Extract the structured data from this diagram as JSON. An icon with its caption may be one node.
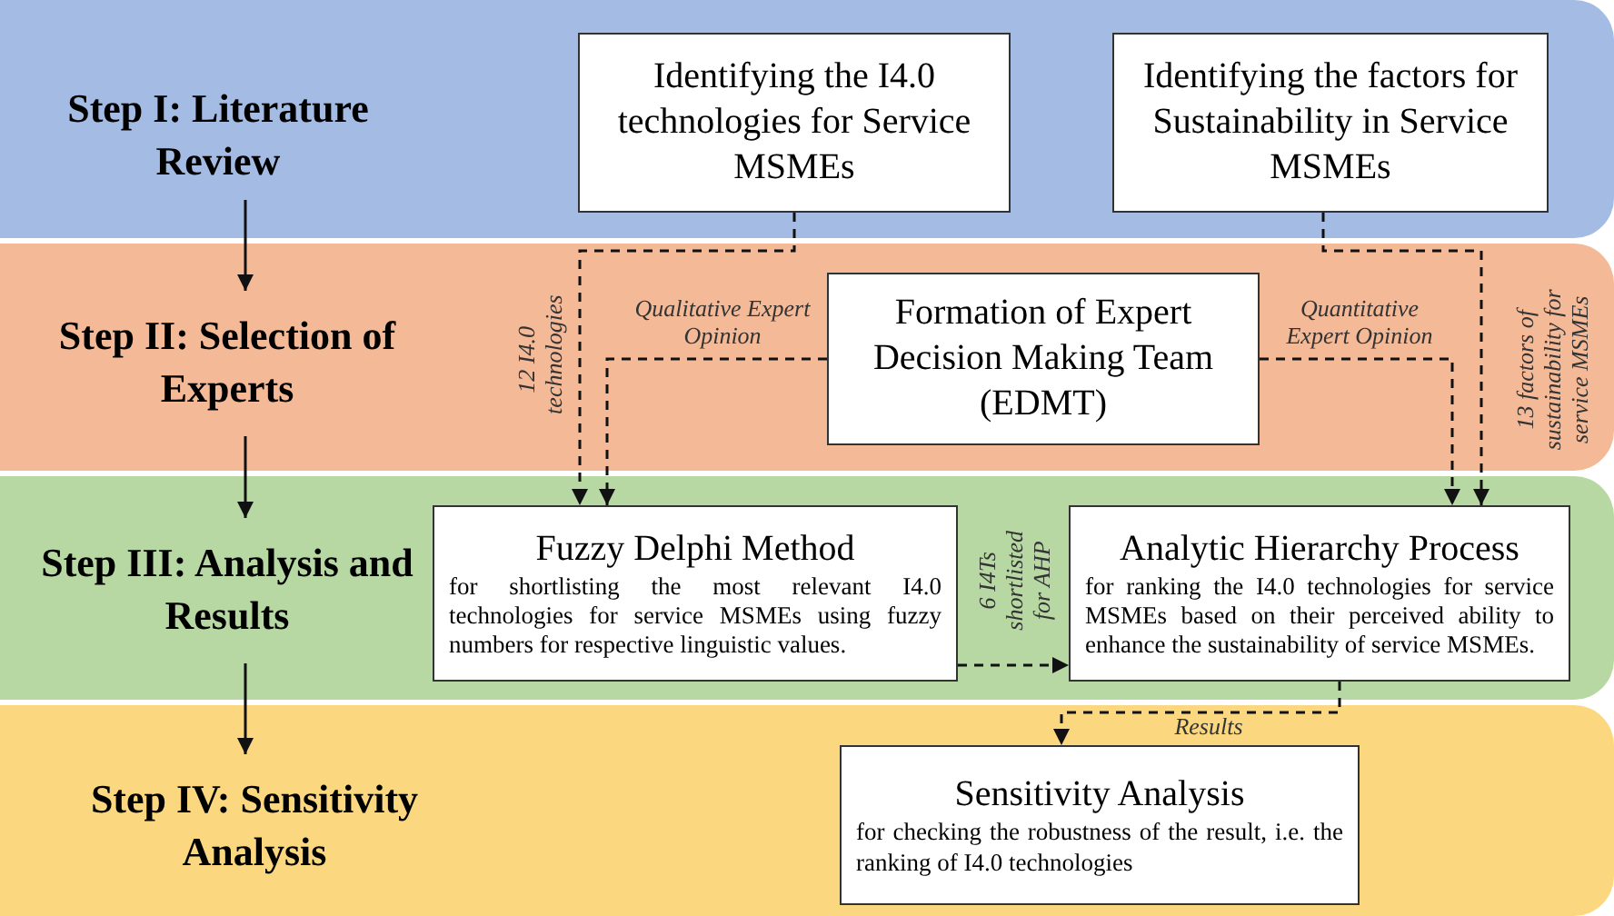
{
  "diagram": {
    "nodes": [
      {
        "text": [],
        "shape": "band"
      },
      {
        "text": [
          "Step I: Literature Review"
        ],
        "in": 0
      },
      {
        "text": [
          "Identifying the I4.0 technologies for Service MSMEs"
        ],
        "in": 0
      },
      {
        "text": [
          "Identifying the factors for Sustainability in Service MSMEs"
        ],
        "in": 0
      },
      {
        "text": [],
        "shape": "band"
      },
      {
        "text": [
          "Step II: Selection of Experts"
        ],
        "in": 4
      },
      {
        "text": [
          "Formation of Expert Decision Making Team (EDMT)"
        ],
        "in": 4
      },
      {
        "text": [],
        "shape": "band"
      },
      {
        "text": [
          "Step III: Analysis and Results"
        ],
        "in": 7
      },
      {
        "text": [
          "Fuzzy Delphi Method",
          "for shortlisting the most relevant I4.0 technologies for service MSMEs using fuzzy numbers for respective linguistic values."
        ],
        "in": 7
      },
      {
        "text": [
          "Analytic Hierarchy Process",
          "for ranking the I4.0 technologies for service MSMEs based on their perceived ability to enhance the sustainability of service MSMEs."
        ],
        "in": 7
      },
      {
        "text": [],
        "shape": "band"
      },
      {
        "text": [
          "Step IV: Sensitivity Analysis"
        ],
        "in": 11
      },
      {
        "text": [
          "Sensitivity Analysis",
          "for checking the robustness of the result, i.e. the ranking of I4.0 technologies"
        ],
        "in": 11
      }
    ],
    "edges": [
      {
        "from": 1,
        "to": 5,
        "arrow": "to"
      },
      {
        "from": 5,
        "to": 8,
        "arrow": "to"
      },
      {
        "from": 8,
        "to": 12,
        "arrow": "to"
      },
      {
        "from": 2,
        "to": 9,
        "arrow": "to",
        "label": "12 I4.0 technologies",
        "style": "dashed"
      },
      {
        "from": 6,
        "to": 9,
        "arrow": "to",
        "label": "Qualitative Expert Opinion",
        "style": "dashed"
      },
      {
        "from": 6,
        "to": 10,
        "arrow": "to",
        "label": "Quantitative Expert Opinion",
        "style": "dashed"
      },
      {
        "from": 3,
        "to": 10,
        "arrow": "to",
        "label": "13 factors of sustainability for service MSMEs",
        "style": "dashed"
      },
      {
        "from": 9,
        "to": 10,
        "arrow": "to",
        "label": "6 I4Ts shortlisted for AHP",
        "style": "dashed"
      },
      {
        "from": 10,
        "to": 13,
        "arrow": "to",
        "label": "Results",
        "style": "dashed"
      }
    ]
  }
}
